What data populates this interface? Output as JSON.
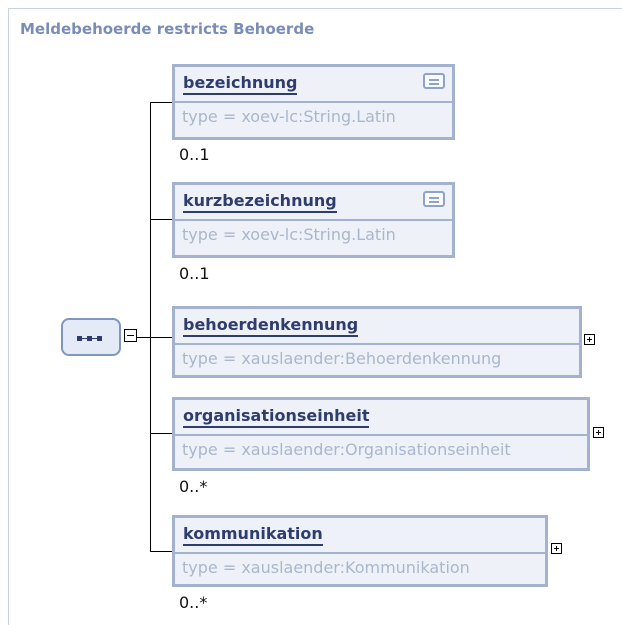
{
  "title": "Meldebehoerde restricts Behoerde",
  "sequence_icon": "sequence-icon",
  "collapse_icon": "minus-box-icon",
  "expand_icon": "plus-box-icon",
  "annotation_icon": "documentation-icon",
  "colors": {
    "element_border": "#a3b3cf",
    "element_fill": "#eef2f8",
    "name_text": "#2f3c6e",
    "type_text": "#a9b7cc",
    "title_text": "#7a8db8"
  },
  "elements": [
    {
      "name": "bezeichnung",
      "type": "type = xoev-lc:String.Latin",
      "cardinality": "0..1",
      "expandable": false,
      "documented": true
    },
    {
      "name": "kurzbezeichnung",
      "type": "type = xoev-lc:String.Latin",
      "cardinality": "0..1",
      "expandable": false,
      "documented": true
    },
    {
      "name": "behoerdenkennung",
      "type": "type = xauslaender:Behoerdenkennung",
      "cardinality": "",
      "expandable": true,
      "documented": false
    },
    {
      "name": "organisationseinheit",
      "type": "type = xauslaender:Organisationseinheit",
      "cardinality": "0..*",
      "expandable": true,
      "documented": false
    },
    {
      "name": "kommunikation",
      "type": "type = xauslaender:Kommunikation",
      "cardinality": "0..*",
      "expandable": true,
      "documented": false
    }
  ]
}
